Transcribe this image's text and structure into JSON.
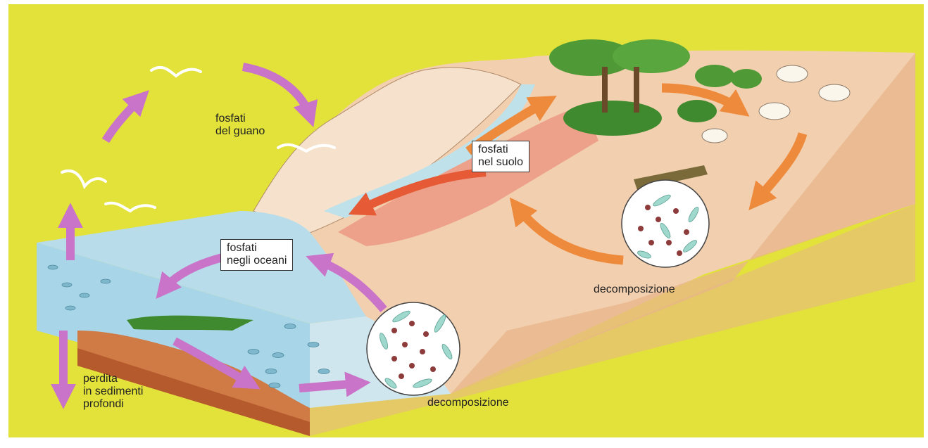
{
  "labels": {
    "guano": [
      "fosfati",
      "del guano"
    ],
    "soil": [
      "fosfati",
      "nel suolo"
    ],
    "ocean": [
      "fosfati",
      "negli oceani"
    ],
    "decomp_land": "decomposizione",
    "decomp_sea": "decomposizione",
    "loss": [
      "perdita",
      "in sedimenti",
      "profondi"
    ]
  },
  "colors": {
    "background": "#e2e23a",
    "sea_top": "#b8dcea",
    "sea_front": "#9fd2e6",
    "land": "#e9b98f",
    "land_light": "#f4ddc6",
    "soil_red": "#eda08a",
    "arrow_sea": "#c974c8",
    "arrow_land": "#ee8a3c",
    "arrow_soil": "#e65a35",
    "tree": "#4f9a36"
  }
}
